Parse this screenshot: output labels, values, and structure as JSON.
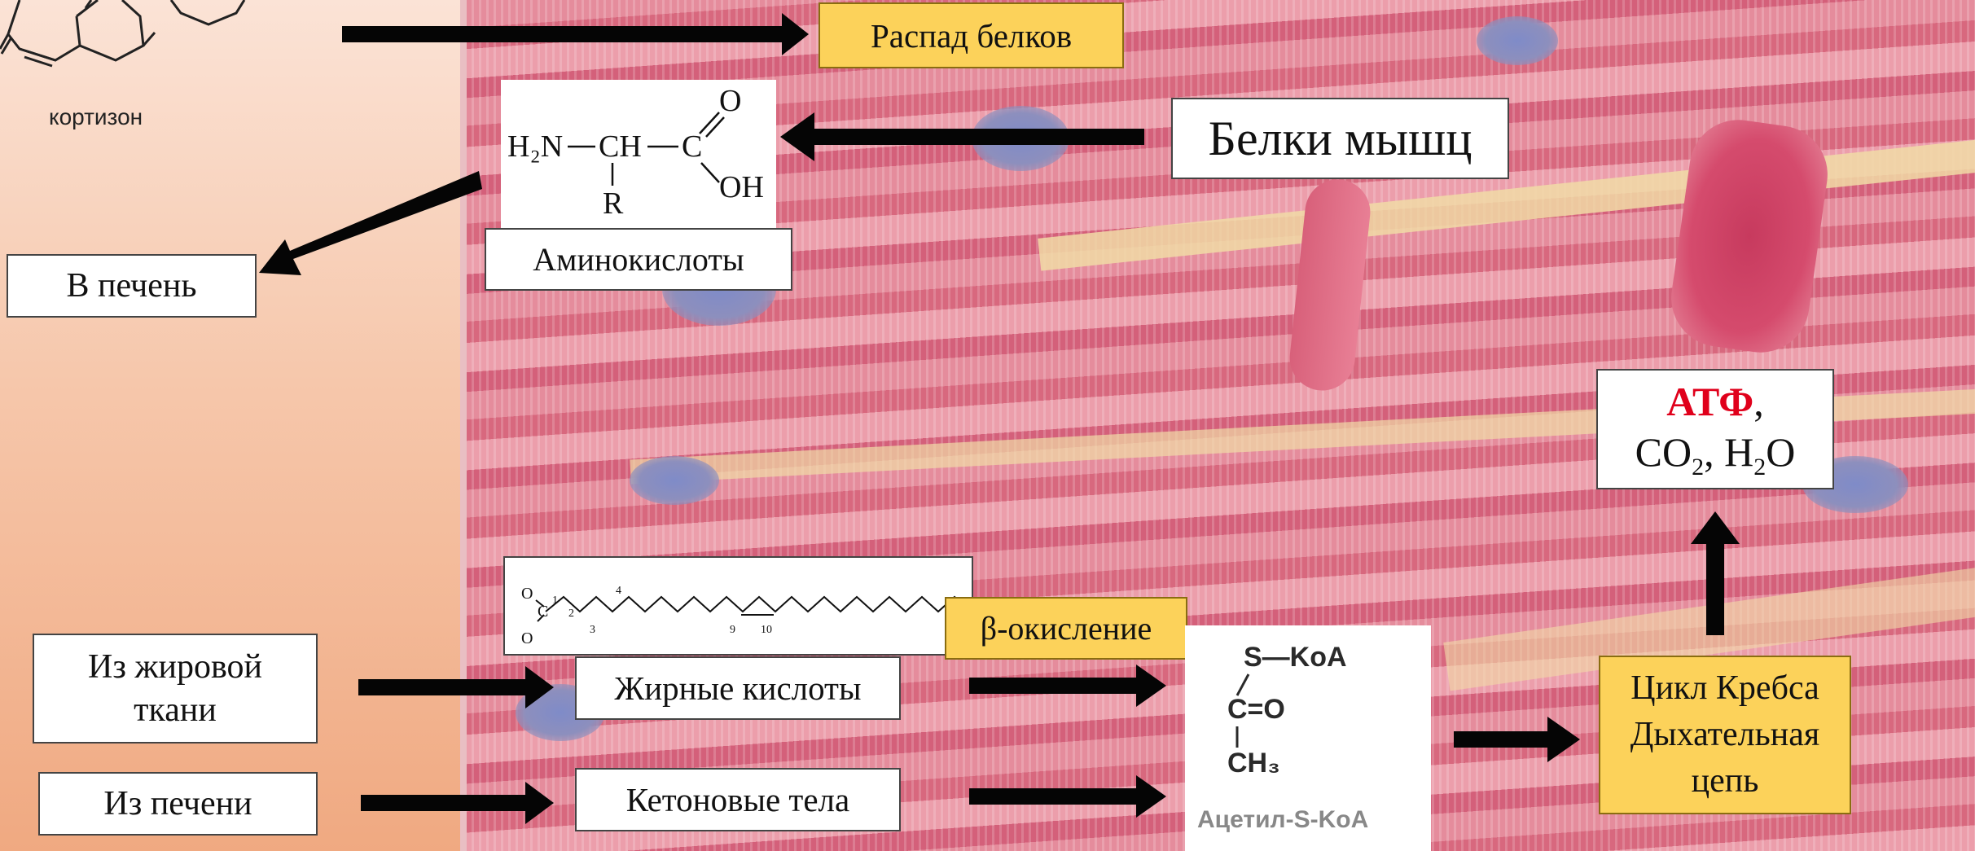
{
  "cortisone_label": "кортизон",
  "protein_breakdown": "Распад белков",
  "muscle_proteins": "Белки мышц",
  "amino_acids": "Аминокислоты",
  "amino_formula": {
    "h2n": "H₂N",
    "ch": "CH",
    "c": "C",
    "o": "O",
    "oh": "OH",
    "r": "R"
  },
  "to_liver": "В печень",
  "from_fat_tissue": "Из жировой ткани",
  "from_liver": "Из печени",
  "fatty_acids": "Жирные кислоты",
  "ketone_bodies": "Кетоновые тела",
  "beta_oxidation": "β-окисление",
  "fatty_acid_numbers": [
    "1",
    "2",
    "3",
    "4",
    "9",
    "10"
  ],
  "acetyl_coa": {
    "s_koa": "S—KoA",
    "c_o": "C=O",
    "ch3": "CH₃",
    "caption": "Ацетил-S-KoA"
  },
  "krebs": {
    "line1": "Цикл Кребса",
    "line2": "Дыхательная",
    "line3": "цепь"
  },
  "products": {
    "atp": "АТФ",
    "comma": ",",
    "line2_co": "CO",
    "sub2a": "2",
    "line2_mid": ", H",
    "sub2b": "2",
    "line2_end": "O"
  },
  "colors": {
    "atp": "#e0001b",
    "yellow_box": "#fcd25a",
    "arrow": "#050505"
  }
}
